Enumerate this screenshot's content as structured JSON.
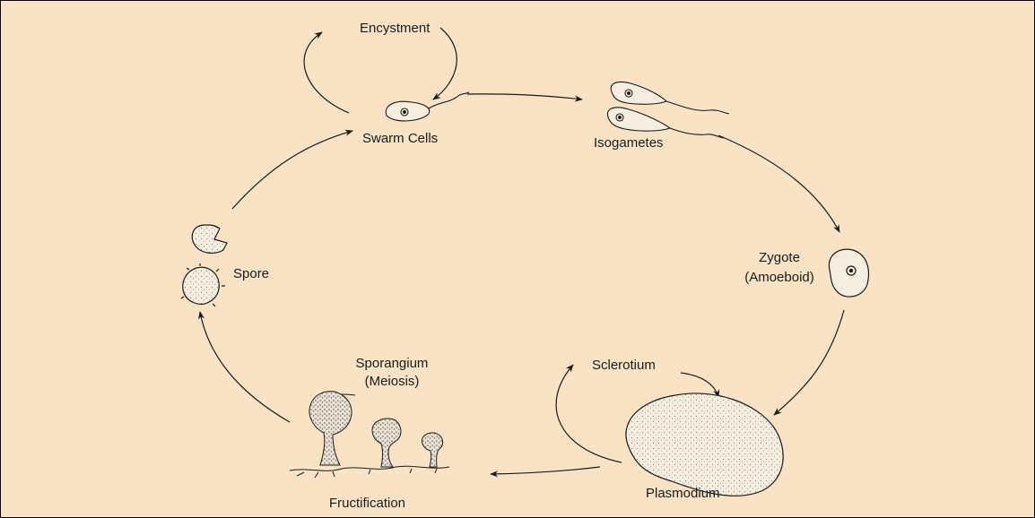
{
  "colors": {
    "background": "#fae3c5",
    "ink": "#1a1a1a",
    "cell_fill": "#f4ede0"
  },
  "stages": {
    "encystment": "Encystment",
    "swarm_cells": "Swarm Cells",
    "isogametes": "Isogametes",
    "zygote": "Zygote",
    "zygote_note": "(Amoeboid)",
    "sclerotium": "Sclerotium",
    "plasmodium": "Plasmodium",
    "fructification": "Fructification",
    "sporangium": "Sporangium",
    "sporangium_note": "(Meiosis)",
    "spore": "Spore"
  }
}
